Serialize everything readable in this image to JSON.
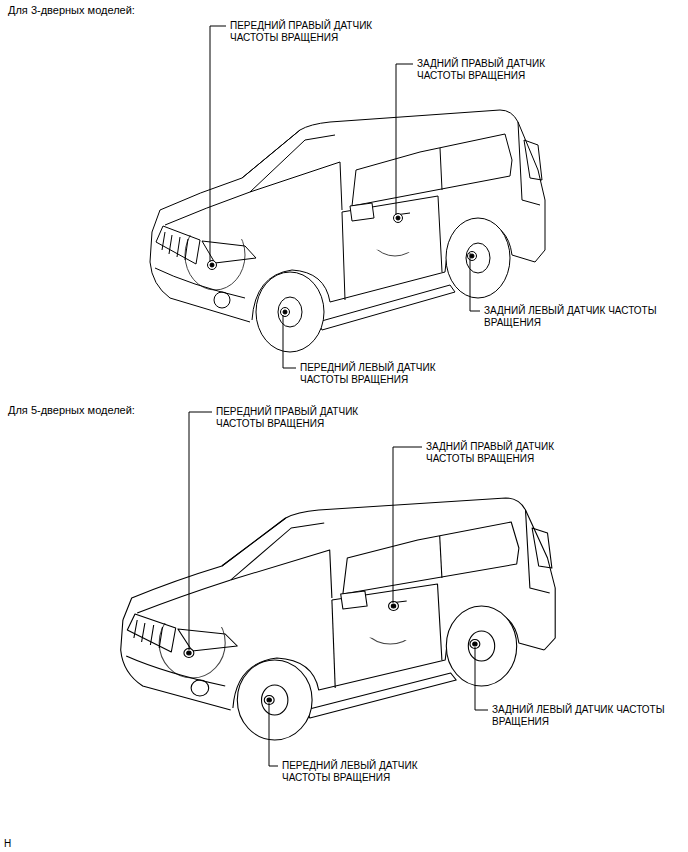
{
  "diagram": {
    "labels": [
      "Для 3-дверных моделей:",
      "ПЕРЕДНИЙ ПРАВЫЙ ДАТЧИК ЧАСТОТЫ ВРАЩЕНИЯ",
      "ЗАДНИЙ ПРАВЫЙ ДАТЧИК ЧАСТОТЫ ВРАЩЕНИЯ",
      "ЗАДНИЙ ЛЕВЫЙ ДАТЧИК ЧАСТОТЫ ВРАЩЕНИЯ",
      "ПЕРЕДНИЙ ЛЕВЫЙ ДАТЧИК ЧАСТОТЫ ВРАЩЕНИЯ",
      "Для 5-дверных моделей:",
      "ПЕРЕДНИЙ ПРАВЫЙ ДАТЧИК ЧАСТОТЫ ВРАЩЕНИЯ",
      "ЗАДНИЙ ПРАВЫЙ ДАТЧИК ЧАСТОТЫ ВРАЩЕНИЯ",
      "ЗАДНИЙ ЛЕВЫЙ ДАТЧИК ЧАСТОТЫ ВРАЩЕНИЯ",
      "ПЕРЕДНИЙ ЛЕВЫЙ ДАТЧИК ЧАСТОТЫ ВРАЩЕНИЯ",
      "H"
    ]
  }
}
